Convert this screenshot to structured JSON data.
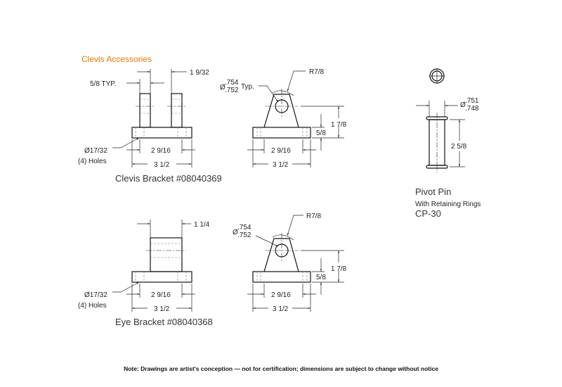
{
  "page_title": "Clevis Accessories",
  "clevis_bracket": {
    "caption": "Clevis Bracket #08040369",
    "front": {
      "width_label": "5/8 TYP.",
      "gap_label": "1 9/32",
      "hole_label": "Ø17/32",
      "holes_count": "(4) Holes",
      "hole_spacing": "2 9/16",
      "overall": "3 1/2"
    },
    "side": {
      "radius": "R7/8",
      "dia_prefix": "Ø",
      "dia_upper": ".754",
      "dia_lower": ".752",
      "dia_suffix": "Typ.",
      "height": "1 7/8",
      "base_thickness": "5/8",
      "hole_spacing": "2 9/16",
      "overall": "3 1/2"
    }
  },
  "eye_bracket": {
    "caption": "Eye Bracket #08040368",
    "front": {
      "width_label": "1 1/4",
      "hole_label": "Ø17/32",
      "holes_count": "(4) Holes",
      "hole_spacing": "2 9/16",
      "overall": "3 1/2"
    },
    "side": {
      "radius": "R7/8",
      "dia_prefix": "Ø",
      "dia_upper": ".754",
      "dia_lower": ".752",
      "height": "1 7/8",
      "base_thickness": "5/8",
      "hole_spacing": "2 9/16",
      "overall": "3 1/2"
    }
  },
  "pivot_pin": {
    "title": "Pivot Pin",
    "subtitle": "With Retaining Rings",
    "part_number": "CP-30",
    "dia_prefix": "Ø",
    "dia_upper": ".751",
    "dia_lower": ".748",
    "length": "2 5/8"
  },
  "footer_note": "Note: Drawings are artist's conception — not for certification; dimensions are subject to change without notice",
  "colors": {
    "title": "#f07800",
    "line": "#111111"
  }
}
